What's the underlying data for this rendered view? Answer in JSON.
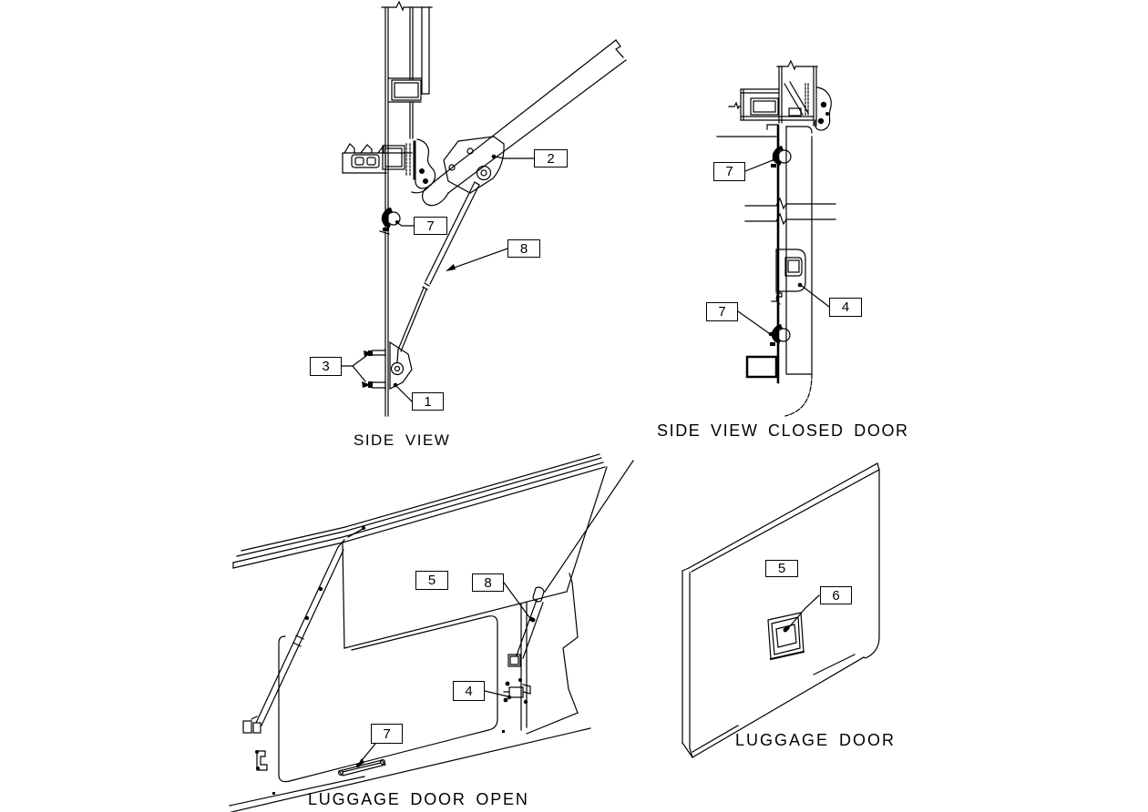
{
  "drawing": {
    "background": "#ffffff",
    "line_color": "#000000",
    "views": {
      "side_view": {
        "caption": "SIDE VIEW",
        "callouts": [
          {
            "label": "2"
          },
          {
            "label": "7"
          },
          {
            "label": "8"
          },
          {
            "label": "3"
          },
          {
            "label": "1"
          }
        ]
      },
      "side_view_closed_door": {
        "caption": "SIDE VIEW CLOSED DOOR",
        "callouts": [
          {
            "label": "7"
          },
          {
            "label": "4"
          },
          {
            "label": "7"
          }
        ]
      },
      "luggage_door_open": {
        "caption": "LUGGAGE DOOR OPEN",
        "callouts": [
          {
            "label": "5"
          },
          {
            "label": "8"
          },
          {
            "label": "4"
          },
          {
            "label": "7"
          }
        ]
      },
      "luggage_door": {
        "caption": "LUGGAGE DOOR",
        "callouts": [
          {
            "label": "5"
          },
          {
            "label": "6"
          }
        ]
      }
    }
  }
}
